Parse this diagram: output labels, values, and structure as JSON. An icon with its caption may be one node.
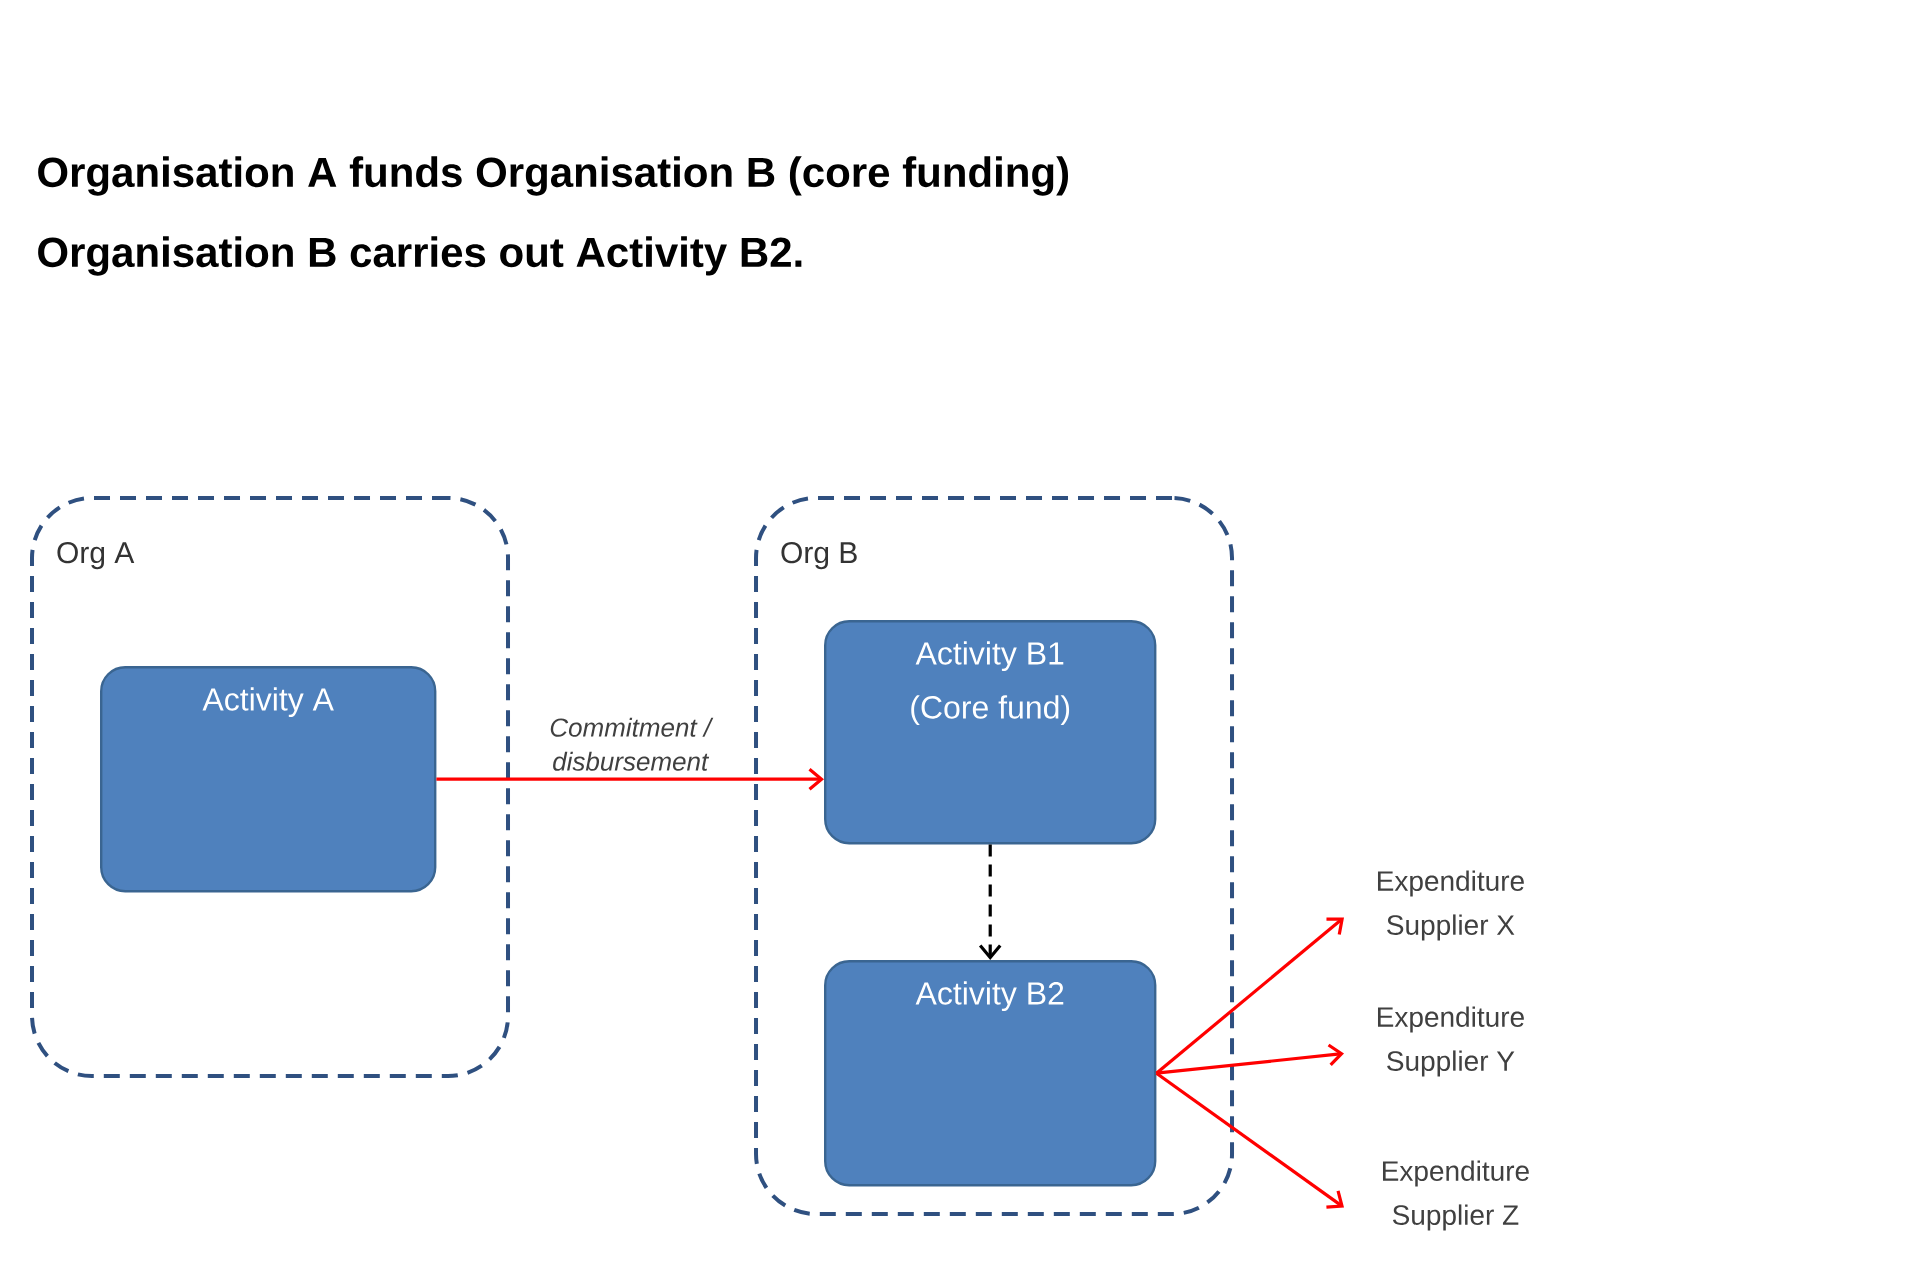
{
  "diagram": {
    "title": "Organisation A funds Organisation B  (core funding)",
    "nodes": [
      {
        "text": [
          "Org A"
        ]
      },
      {
        "text": [
          "Activity A"
        ],
        "in": 0
      },
      {
        "text": [
          "Org B"
        ]
      },
      {
        "text": [
          "Activity B1 (Core fund)"
        ],
        "in": 2
      },
      {
        "text": [
          "Activity B2"
        ],
        "in": 2
      },
      {
        "text": [
          "Expenditure Supplier X"
        ]
      },
      {
        "text": [
          "Expenditure Supplier Y"
        ]
      },
      {
        "text": [
          "Expenditure Supplier Z"
        ]
      }
    ],
    "edges": [
      {
        "from": 1,
        "to": 3,
        "arrow": "to",
        "label": "Commitment / disbursement"
      },
      {
        "from": 3,
        "to": 4,
        "arrow": "to",
        "style": "dashed",
        "color": "#000000"
      },
      {
        "from": 4,
        "to": 5,
        "arrow": "to"
      },
      {
        "from": 4,
        "to": 6,
        "arrow": "to"
      },
      {
        "from": 4,
        "to": 7,
        "arrow": "to"
      }
    ],
    "labels": [
      "Organisation B carries out Activity B2."
    ]
  }
}
